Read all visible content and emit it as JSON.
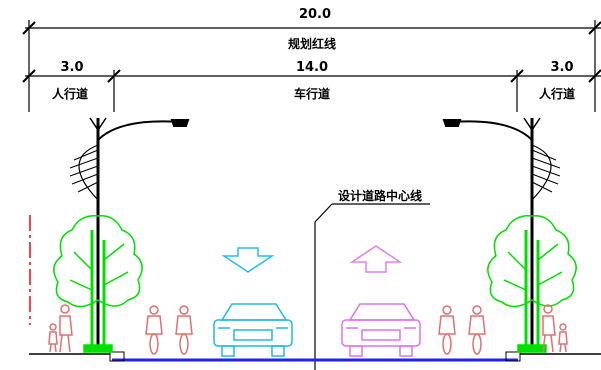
{
  "dimensions": {
    "total": {
      "value": "20.0",
      "label": "规划红线"
    },
    "left_walk": {
      "value": "3.0",
      "label": "人行道"
    },
    "carriageway": {
      "value": "14.0",
      "label": "车行道"
    },
    "right_walk": {
      "value": "3.0",
      "label": "人行道"
    }
  },
  "centerline_label": "设计道路中心线",
  "colors": {
    "line": "#000000",
    "tree": "#00e000",
    "lamp": "#000000",
    "pedestrian": "#e07070",
    "car_left": "#20b8e8",
    "car_right": "#e070f0",
    "arrow_down": "#20c0f0",
    "arrow_up": "#e080f0",
    "road_surface": "#2020ff",
    "red_marker": "#ff0000"
  },
  "icons": [
    "street-lamp-icon",
    "tree-icon",
    "pedestrian-icon",
    "cyclist-icon",
    "car-icon",
    "arrow-down-icon",
    "arrow-up-icon"
  ]
}
